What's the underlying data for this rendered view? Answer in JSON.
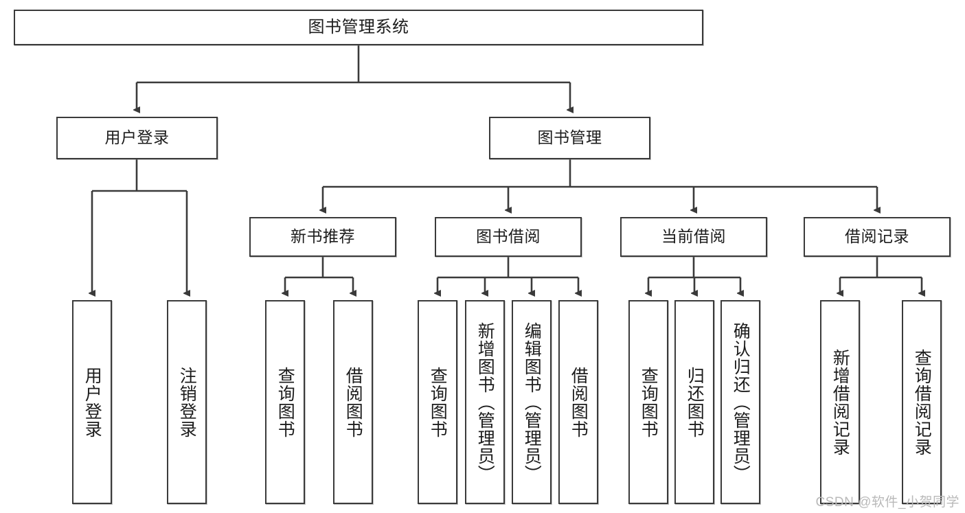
{
  "diagram": {
    "title": "图书管理系统",
    "type": "tree",
    "watermark": "CSDN @软件_小贺同学",
    "colors": {
      "box_border": "#3a3a3a",
      "box_fill": "#ffffff",
      "edge": "#3a3a3a",
      "text": "#1c1c1c",
      "watermark": "#b9b9b9"
    },
    "nodes": {
      "root": {
        "label": "图书管理系统"
      },
      "level2": [
        {
          "label": "用户登录"
        },
        {
          "label": "图书管理"
        }
      ],
      "level3": [
        {
          "label": "新书推荐"
        },
        {
          "label": "图书借阅"
        },
        {
          "label": "当前借阅"
        },
        {
          "label": "借阅记录"
        }
      ],
      "leaves": {
        "user_login": [
          {
            "label": "用户登录"
          },
          {
            "label": "注销登录"
          }
        ],
        "new_book_recommend": [
          {
            "label": "查询图书"
          },
          {
            "label": "借阅图书"
          }
        ],
        "book_borrow": [
          {
            "label": "查询图书"
          },
          {
            "label": "新增图书（管理员）"
          },
          {
            "label": "编辑图书（管理员）"
          },
          {
            "label": "借阅图书"
          }
        ],
        "current_borrow": [
          {
            "label": "查询图书"
          },
          {
            "label": "归还图书"
          },
          {
            "label": "确认归还（管理员）"
          }
        ],
        "borrow_record": [
          {
            "label": "新增借阅记录"
          },
          {
            "label": "查询借阅记录"
          }
        ]
      }
    }
  }
}
